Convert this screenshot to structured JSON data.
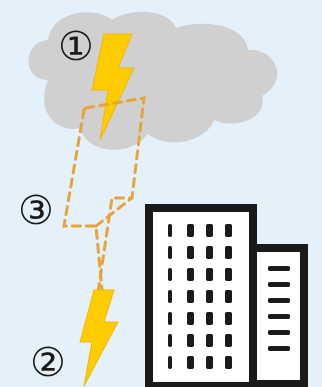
{
  "labels": {
    "cloud_bolt": "①",
    "ground_bolt": "②",
    "induced_path": "③"
  },
  "colors": {
    "background": "#e4f1fb",
    "cloud": "#d0d0d0",
    "bolt": "#ffcc00",
    "bolt_outline": "#f2b800",
    "dashed_path": "#e8a33a",
    "building_stroke": "#1a1a1a",
    "building_fill": "#ffffff"
  },
  "icons": {
    "cloud": "cloud-icon",
    "upper_bolt": "lightning-bolt-icon",
    "lower_bolt": "lightning-bolt-icon",
    "building": "office-building-icon"
  }
}
